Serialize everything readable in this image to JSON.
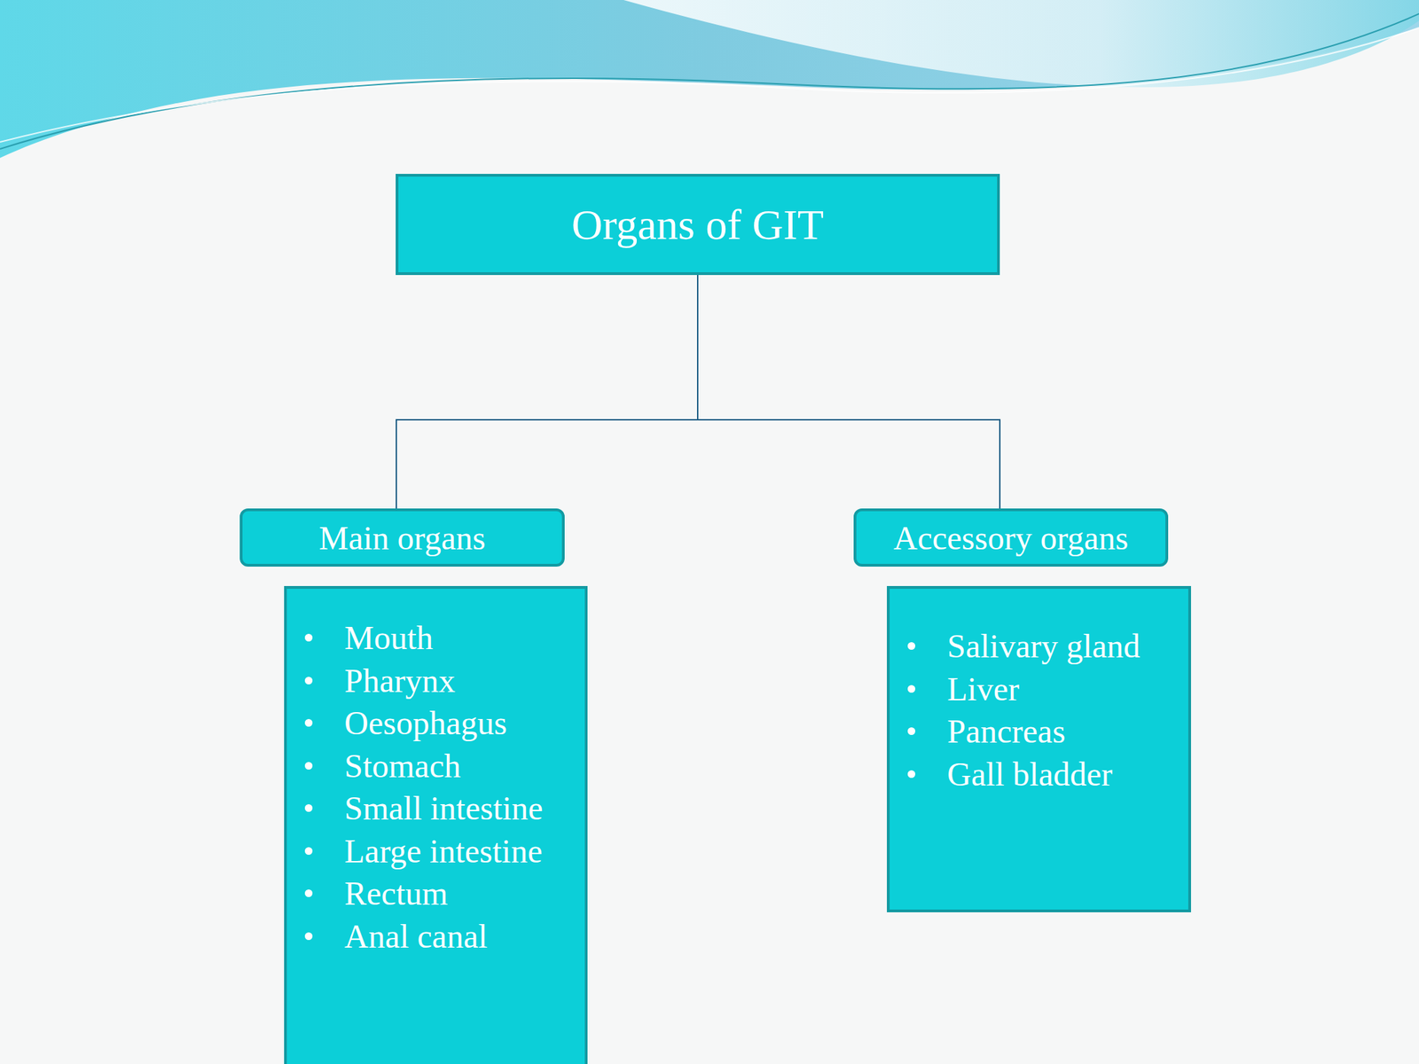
{
  "diagram": {
    "nodes": [
      {
        "text": [
          "Organs of GIT"
        ]
      },
      {
        "text": [
          "Main organs"
        ]
      },
      {
        "text": [
          "Accessory organs"
        ]
      },
      {
        "text": [
          "Mouth",
          "Pharynx",
          "Oesophagus",
          "Stomach",
          "Small intestine",
          "Large intestine",
          "Rectum",
          "Anal canal"
        ]
      },
      {
        "text": [
          "Salivary gland",
          "Liver",
          "Pancreas",
          "Gall bladder"
        ]
      }
    ],
    "edges": [
      {
        "from": 0,
        "to": 1,
        "arrow": "none"
      },
      {
        "from": 0,
        "to": 2,
        "arrow": "none"
      }
    ]
  }
}
